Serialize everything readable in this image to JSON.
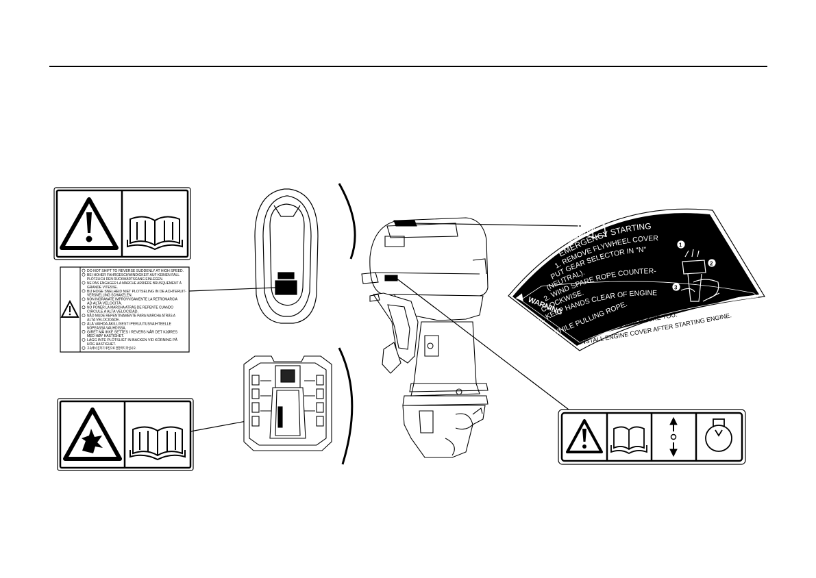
{
  "multilang_label": {
    "lines": [
      "DO NOT SHIFT TO REVERSE SUDDENLY AT HIGH SPEED.",
      "BEI HOHER FAHRGESCHWINDIGKEIT AUF KEINEN FALL",
      "PLÖTZLICH DEN RÜCKWÄRTSGANG EINLEGEN.",
      "NE PAS ENGAGER LA MARCHE ARRIÈRE BRUSQUEMENT À",
      "GRANDE VITESSE.",
      "BIJ HOGE SNELHEID NIET PLOTSELING IN DE ACHTERUIT-",
      "VERSNELLING SCHAKELEN.",
      "NON INGRANATE IMPROVVISAMENTE LA RETROMARCIA",
      "AD ALTA VELOCITÀ.",
      "NO PONER LA MARCHA ATRÁS DE REPENTE CUANDO",
      "CIRCULE A ALTA VELOCIDAD.",
      "NÃO MUDE REPENTINAMENTE PARA MARCHA ATRÁS A",
      "ALTA VELOCIDADE.",
      "ÄLÄ VAIHDA ÄKILLISESTI PERUUTUSVAIHTEELLE",
      "NOPEASSA VAUHDISSA.",
      "GIRET MÅ IKKE SETTES I REVERS NÅR DET KJØRES",
      "MED HØY HASTIGHET.",
      "LÄGG INTE PLÖTSLIGT IN BACKEN VID KÖRNING PÅ",
      "HÖG HASTIGHET.",
      "고속에서 갑자기 후진으로 전환하지 마십시오."
    ]
  },
  "emergency_label": {
    "read_manual_1": "READ OWNER'S",
    "read_manual_2": "MANUAL.",
    "emergency_title": "EMERGENCY STARTING",
    "steps": [
      "1. REMOVE FLYWHEEL COVER",
      "PUT GEAR SELECTOR IN \"N\"",
      "(NEUTRAL).",
      "2. WIND SPARE ROPE COUNTER-",
      "CLOCKWISE.",
      "3. KEEP HANDS CLEAR OF ENGINE",
      "WHILE PULLING ROPE."
    ],
    "warning_word": "WARNING",
    "warning_line_1": "MOVING PARTS CAN INJURE YOU.",
    "warning_line_2": "INSTALL ENGINE COVER AFTER STARTING ENGINE.",
    "step_numbers": [
      "1",
      "2",
      "3"
    ]
  },
  "icons": [
    "warning-triangle-icon",
    "owners-manual-book-icon",
    "explosion-warning-icon",
    "tilt-up-down-icon",
    "rotation-dial-icon"
  ]
}
